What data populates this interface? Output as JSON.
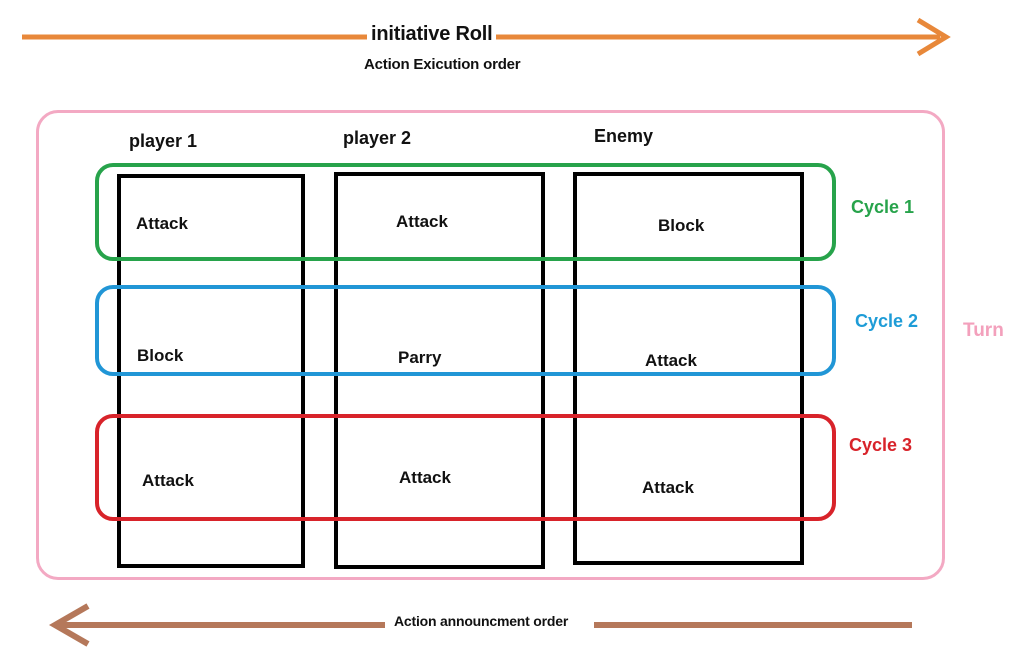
{
  "diagram": {
    "title": "initiative Roll",
    "top_arrow": {
      "label": "initiative Roll",
      "sublabel": "Action Exicution order",
      "direction": "right",
      "color": "#E8883A"
    },
    "bottom_arrow": {
      "label": "Action announcment order",
      "direction": "left",
      "color": "#B5785A"
    },
    "turn": {
      "label": "Turn",
      "color": "#F3A9C3"
    },
    "columns": [
      {
        "header": "player 1"
      },
      {
        "header": "player 2"
      },
      {
        "header": "Enemy"
      }
    ],
    "cycles": [
      {
        "label": "Cycle 1",
        "color": "#27A34B",
        "actions": [
          "Attack",
          "Attack",
          "Block"
        ]
      },
      {
        "label": "Cycle 2",
        "color": "#1E9CD7",
        "actions": [
          "Block",
          "Parry",
          "Attack"
        ]
      },
      {
        "label": "Cycle 3",
        "color": "#D8232A",
        "actions": [
          "Attack",
          "Attack",
          "Attack"
        ]
      }
    ]
  }
}
